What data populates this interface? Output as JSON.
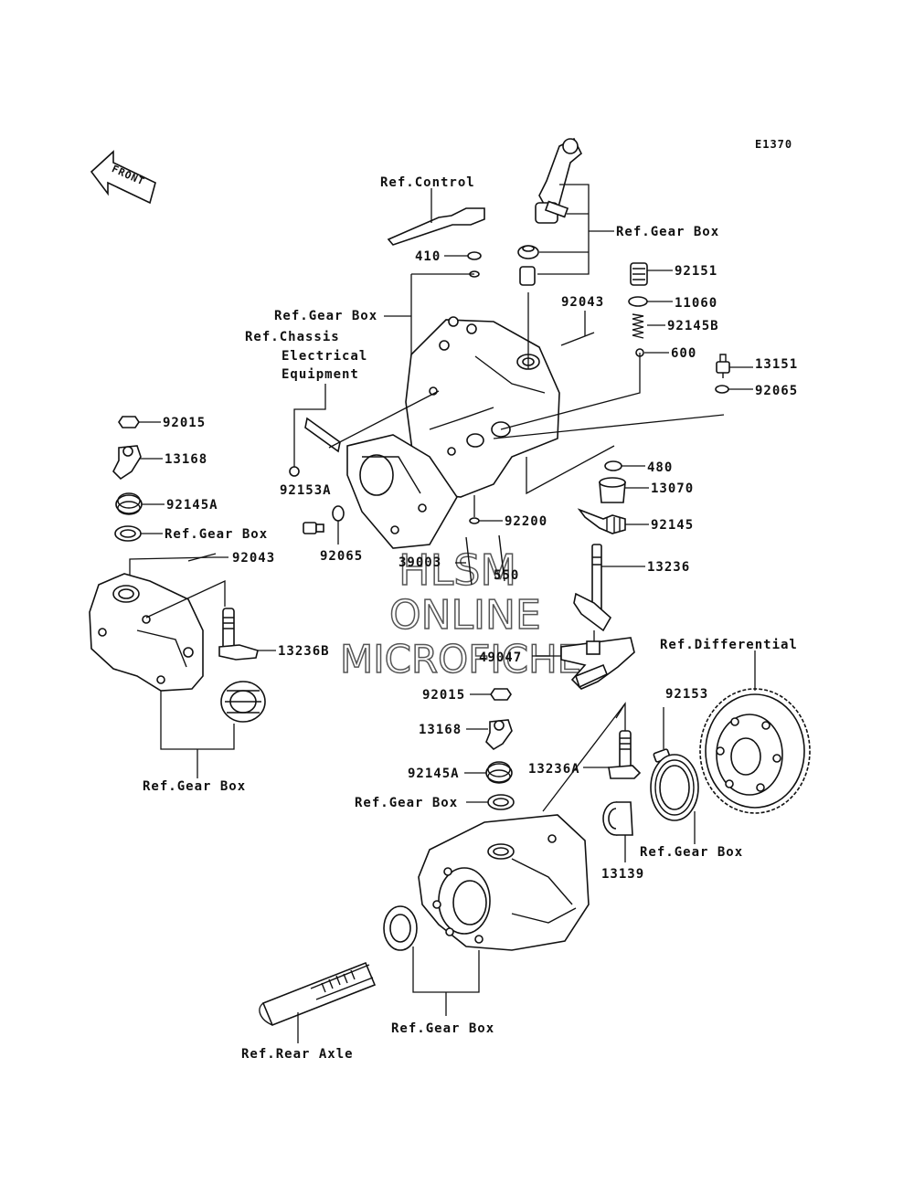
{
  "diagram_code": "E1370",
  "front_arrow": "FRONT",
  "watermark": {
    "line1": "HLSM",
    "line2": "ONLINE",
    "line3": "MICROFICHE"
  },
  "labels": {
    "ref_control": "Ref.Control",
    "ref_gear_box_top_right": "Ref.Gear Box",
    "p92151": "92151",
    "p11060": "11060",
    "p92145B": "92145B",
    "p600": "600",
    "p13151": "13151",
    "p92065_right": "92065",
    "p410": "410",
    "p92043_top": "92043",
    "ref_gear_box_mid": "Ref.Gear Box",
    "ref_chassis_1": "Ref.Chassis",
    "ref_chassis_2": "Electrical",
    "ref_chassis_3": "Equipment",
    "p92015_left": "92015",
    "p13168_left": "13168",
    "p92145A_left": "92145A",
    "ref_gear_box_left": "Ref.Gear Box",
    "p92043_left": "92043",
    "p13236B": "13236B",
    "p92153A": "92153A",
    "p92065_mid": "92065",
    "p92200": "92200",
    "p39003": "39003",
    "p550": "550",
    "p480": "480",
    "p13070": "13070",
    "p92145": "92145",
    "p13236": "13236",
    "p49047": "49047",
    "ref_differential": "Ref.Differential",
    "p92015_mid": "92015",
    "p92153": "92153",
    "p13168_mid": "13168",
    "p13236A": "13236A",
    "p92145A_mid": "92145A",
    "ref_gear_box_center": "Ref.Gear Box",
    "ref_gear_box_lower_left": "Ref.Gear Box",
    "ref_gear_box_lower_right": "Ref.Gear Box",
    "p13139": "13139",
    "ref_gear_box_bottom": "Ref.Gear Box",
    "ref_rear_axle": "Ref.Rear Axle"
  }
}
